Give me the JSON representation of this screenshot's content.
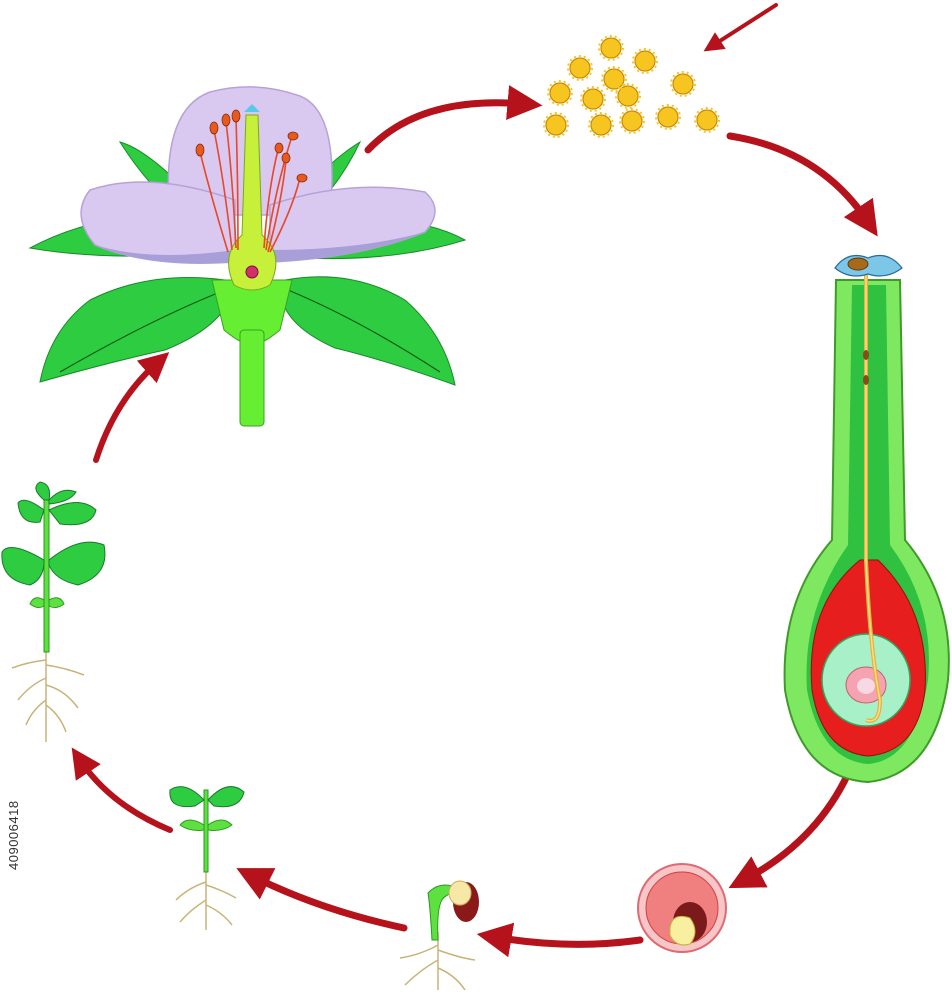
{
  "watermark": {
    "stock_id": "409006418"
  },
  "colors": {
    "arrow": "#b5121b",
    "petal": "#d9c8ef",
    "leaf": "#2ecc40",
    "pollen": "#f7c520",
    "pistil_outer": "#7ee860",
    "ovary_red": "#e61e1e",
    "ovule": "#f5a3b0",
    "root": "#e8d8a8"
  },
  "stages": [
    {
      "name": "flower-stage"
    },
    {
      "name": "pollen-stage"
    },
    {
      "name": "pistil-section-stage"
    },
    {
      "name": "seed-stage"
    },
    {
      "name": "germination-stage"
    },
    {
      "name": "seedling-stage"
    },
    {
      "name": "young-plant-stage"
    }
  ]
}
